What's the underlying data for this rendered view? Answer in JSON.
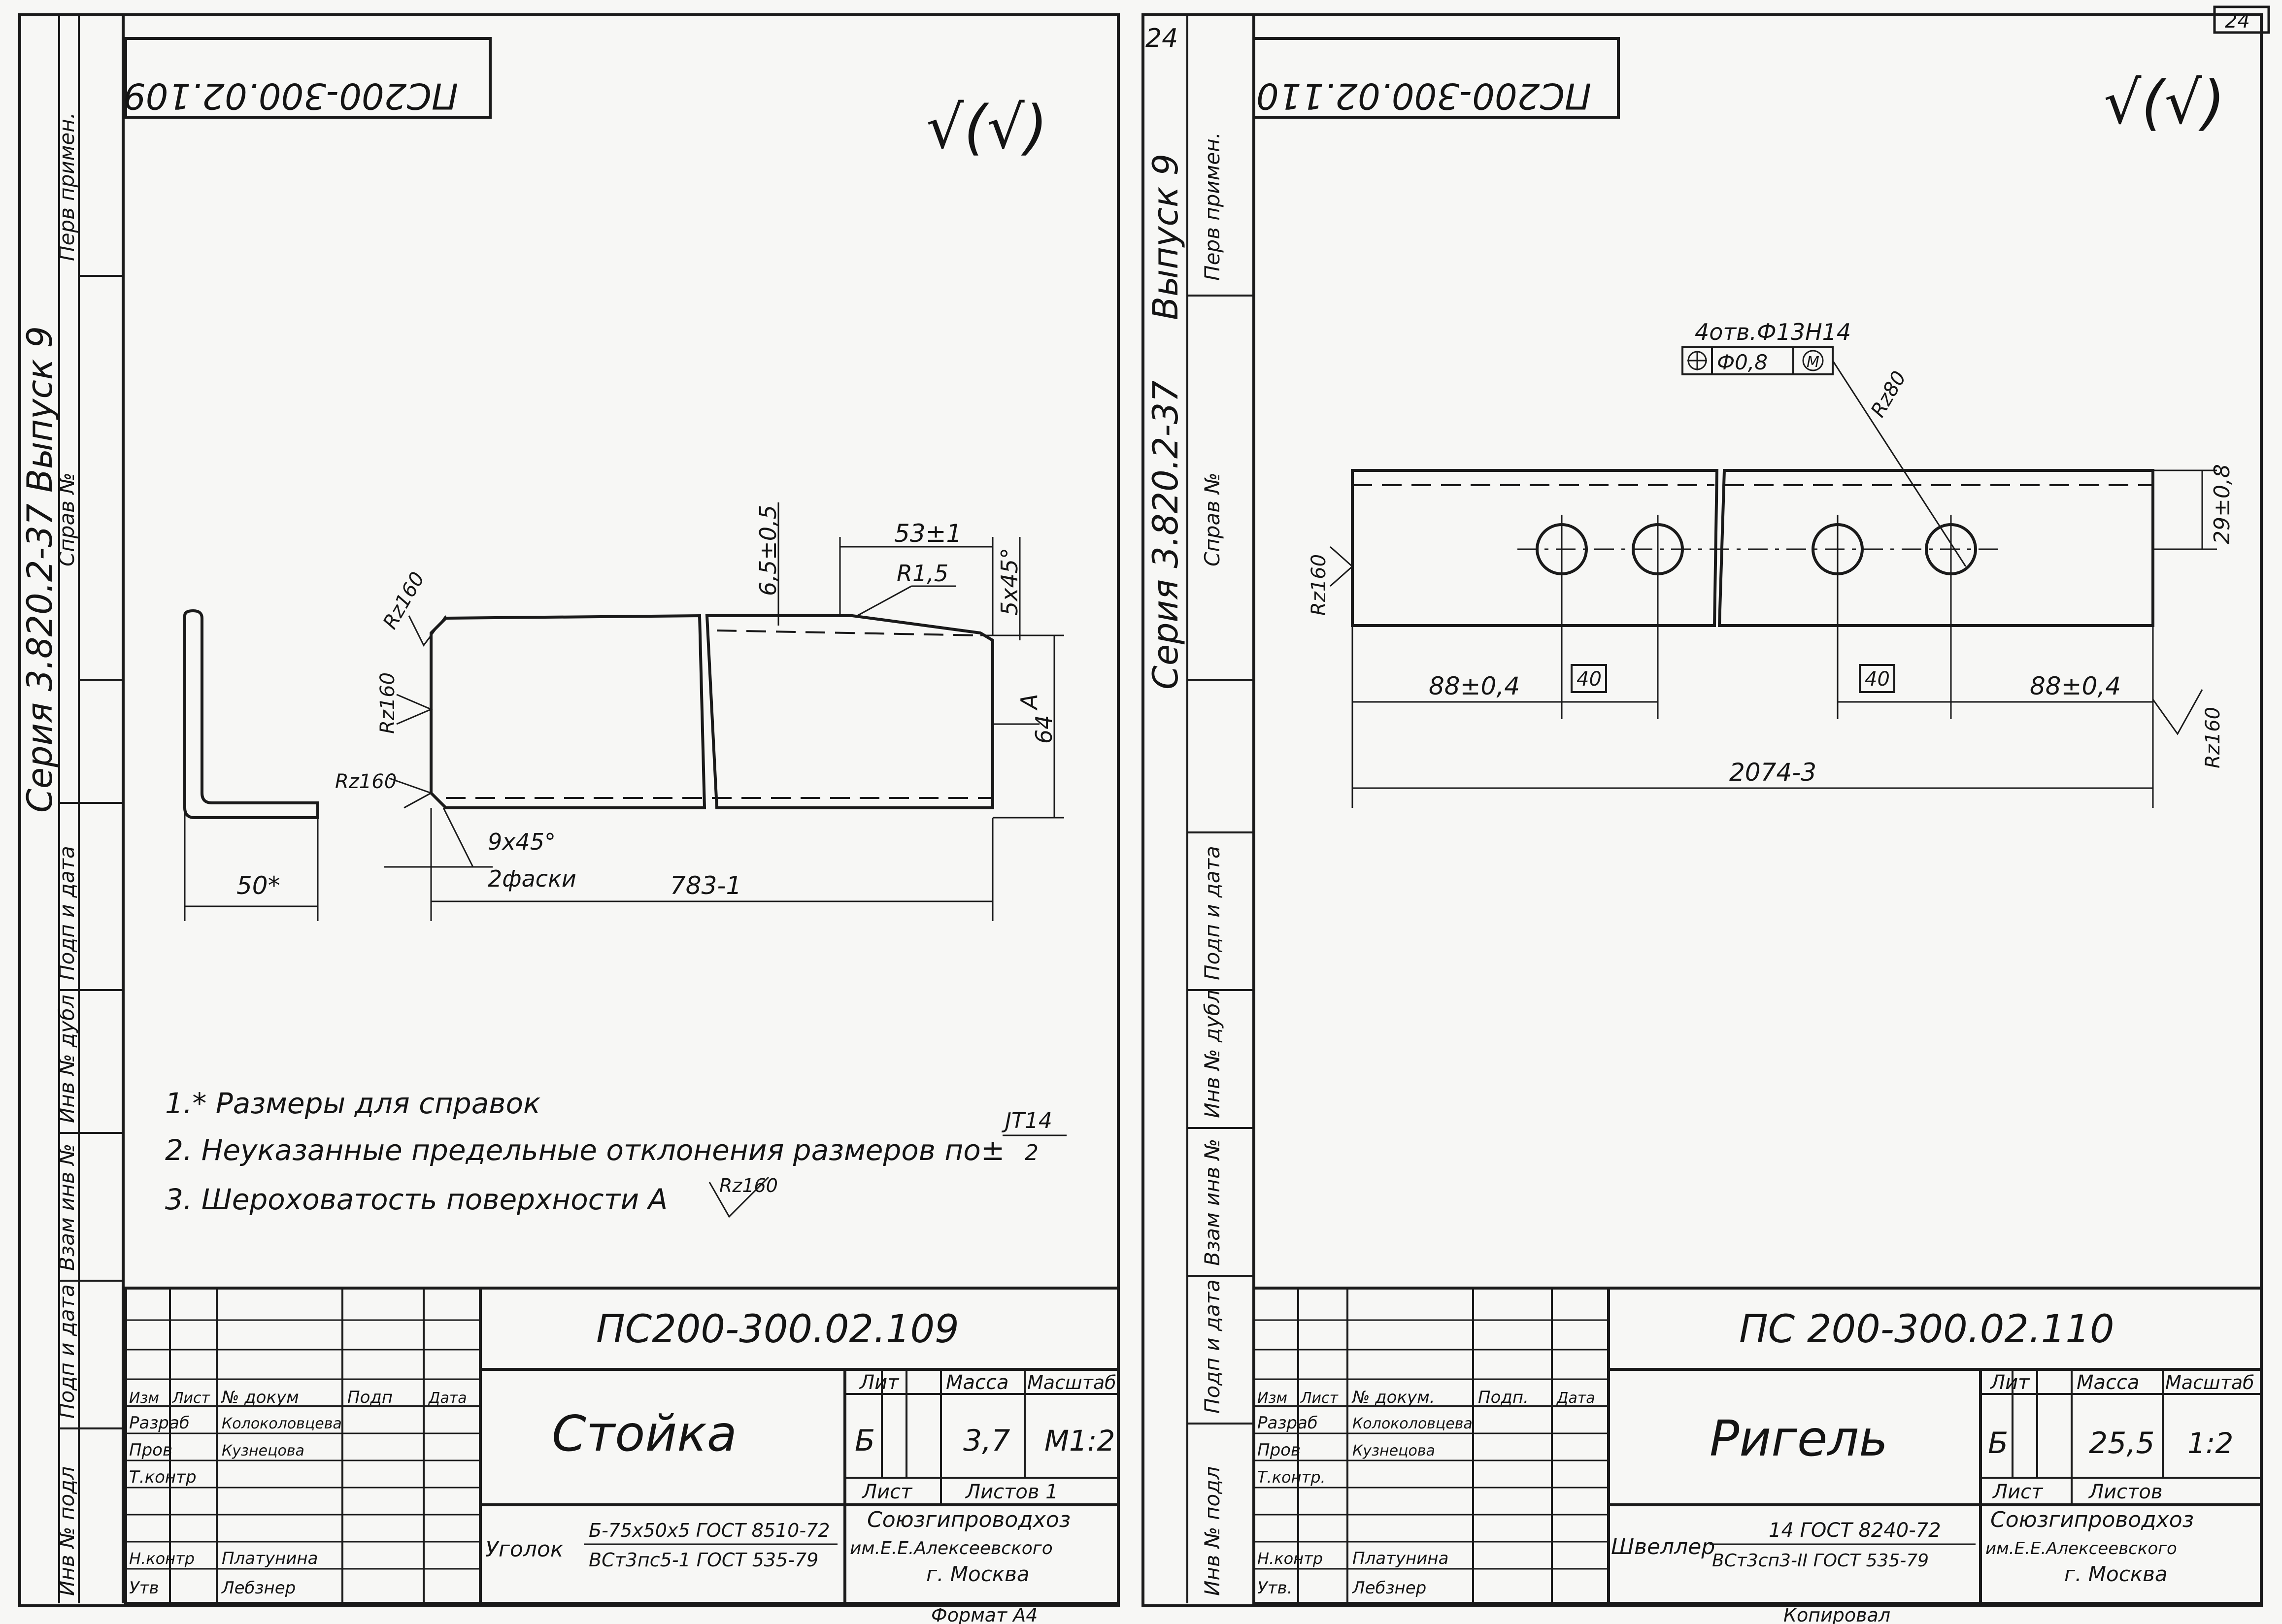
{
  "sheet_number": "24",
  "left": {
    "top_code": "ПС200-300.02.109",
    "roughness_mark": "√(√)",
    "side_labels": {
      "vypusk": "Выпуск 9",
      "seriya": "Серия 3.820.2-37",
      "perv_primen": "Перв примен.",
      "sprav_no": "Справ №",
      "podp_data_1": "Подп и дата",
      "inv_dubl": "Инв № дубл",
      "vzam_inv": "Взам инв №",
      "podp_data_2": "Подп и дата",
      "inv_podl": "Инв № подл"
    },
    "dims": {
      "dim_53": "53±1",
      "dim_65": "6,5±0,5",
      "dim_r15": "R1,5",
      "dim_5x45": "5x45°",
      "dim_a": "А",
      "dim_64": "64",
      "rz1": "Rz160",
      "rz2": "Rz160",
      "rz3": "Rz160",
      "dim_9x45": "9x45°",
      "dim_2faski": "2фаски",
      "dim_783": "783-1",
      "dim_50": "50*"
    },
    "notes": [
      "1.* Размеры для справок",
      "2. Неуказанные предельные отклонения  размеров по±",
      "3. Шероховатость  поверхности А"
    ],
    "note2_fraction_top": "JT14",
    "note2_fraction_bottom": "2",
    "note3_rz": "Rz160",
    "title_block": {
      "code": "ПС200-300.02.109",
      "name": "Стойка",
      "h_lit": "Лит",
      "h_massa": "Масса",
      "h_masshtab": "Масштаб",
      "lit": "Б",
      "massa": "3,7",
      "masshtab": "М1:2",
      "h_list": "Лист",
      "h_listov": "Листов 1",
      "org1": "Союзгипроводхоз",
      "org2": "им.Е.Е.Алексеевского",
      "org3": "г. Москва",
      "material_label": "Уголок",
      "material_top": "Б-75х50х5 ГОСТ 8510-72",
      "material_bottom": "ВСт3пс5-1 ГОСТ 535-79",
      "rows": [
        [
          "Изм",
          "Лист",
          "№ докум",
          "Подп",
          "Дата"
        ],
        [
          "Разраб",
          "Колоколовцева",
          "",
          ""
        ],
        [
          "Пров",
          "Кузнецова",
          "",
          ""
        ],
        [
          "Т.контр",
          "",
          "",
          ""
        ],
        [
          "",
          "",
          "",
          ""
        ],
        [
          "Н.контр",
          "Платунина",
          "",
          ""
        ],
        [
          "Утв",
          "Лебзнер",
          "",
          ""
        ]
      ],
      "format": "Формат А4"
    }
  },
  "right": {
    "top_code": "ПС200-300.02.110",
    "roughness_mark": "√(√)",
    "side_labels": {
      "sheet_num": "24",
      "vypusk": "Выпуск 9",
      "seriya": "Серия 3.820.2-37",
      "perv_primen": "Перв примен.",
      "sprav_no": "Справ №",
      "podp_data_1": "Подп и дата",
      "inv_dubl": "Инв № дубл",
      "vzam_inv": "Взам инв №",
      "podp_data_2": "Подп и дата",
      "inv_podl": "Инв № подл"
    },
    "dims": {
      "holes": "4отв.Ф13Н14",
      "tol_pos": "Ф0,8",
      "tol_m": "М",
      "rz80": "Rz80",
      "dim_29": "29±0,8",
      "rz_left": "Rz160",
      "rz_right": "Rz160",
      "dim_88_l": "88±0,4",
      "dim_40_l": "40",
      "dim_40_r": "40",
      "dim_88_r": "88±0,4",
      "dim_2074": "2074-3"
    },
    "title_block": {
      "code": "ПС 200-300.02.110",
      "name": "Ригель",
      "h_lit": "Лит",
      "h_massa": "Масса",
      "h_masshtab": "Масштаб",
      "lit": "Б",
      "massa": "25,5",
      "masshtab": "1:2",
      "h_list": "Лист",
      "h_listov": "Листов",
      "org1": "Союзгипроводхоз",
      "org2": "им.Е.Е.Алексеевского",
      "org3": "г. Москва",
      "material_label": "Швеллер",
      "material_top": "14 ГОСТ 8240-72",
      "material_bottom": "ВСт3сп3-II ГОСТ 535-79",
      "rows": [
        [
          "Изм",
          "Лист",
          "№ докум.",
          "Подп.",
          "Дата"
        ],
        [
          "Разраб",
          "Колоколовцева",
          "",
          ""
        ],
        [
          "Пров",
          "Кузнецова",
          "",
          ""
        ],
        [
          "Т.контр.",
          "",
          "",
          ""
        ],
        [
          "",
          "",
          "",
          ""
        ],
        [
          "Н.контр",
          "Платунина",
          "",
          ""
        ],
        [
          "Утв.",
          "Лебзнер",
          "",
          ""
        ]
      ],
      "format": "Копировал"
    }
  }
}
